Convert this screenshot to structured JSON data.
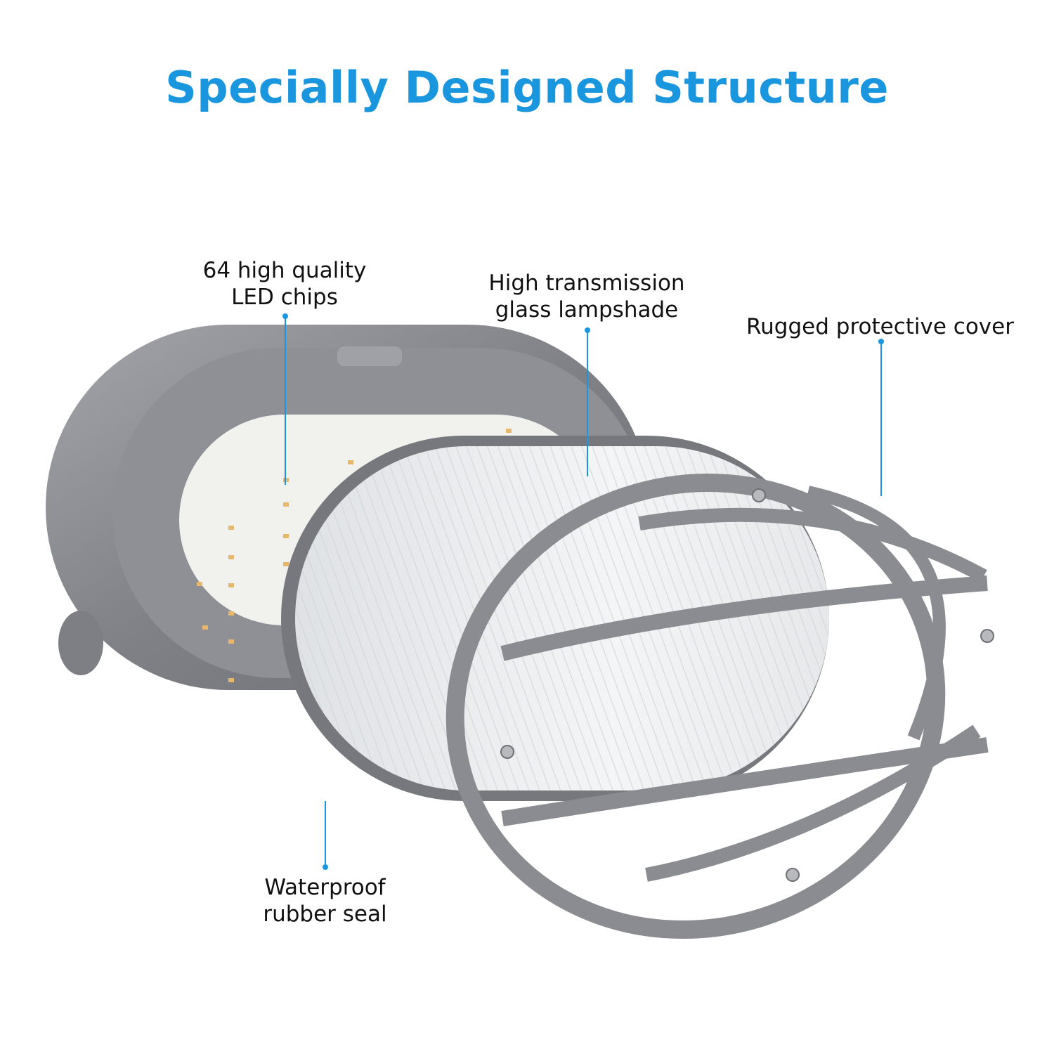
{
  "title": "Specially Designed Structure",
  "colors": {
    "accent": "#1a96de",
    "housing": "#8b8d92",
    "glass": "#eef0f2"
  },
  "callouts": {
    "led_chips": {
      "line1": "64 high quality",
      "line2": "LED chips"
    },
    "lampshade": {
      "line1": "High transmission",
      "line2": "glass lampshade"
    },
    "cover": {
      "line1": "Rugged protective cover"
    },
    "seal": {
      "line1": "Waterproof",
      "line2": "rubber seal"
    }
  }
}
